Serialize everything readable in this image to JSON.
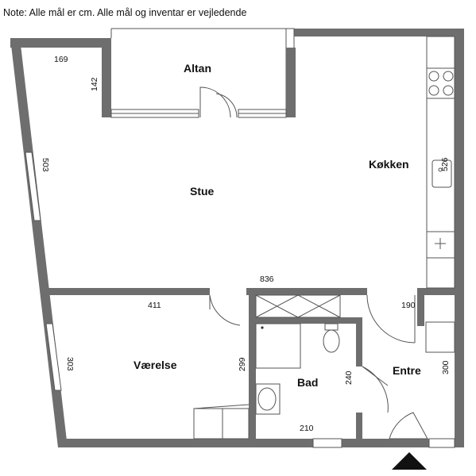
{
  "note": "Note: Alle mål er cm. Alle mål og inventar er vejledende",
  "rooms": {
    "altan": "Altan",
    "stue": "Stue",
    "kokken": "Køkken",
    "vaerelse": "Værelse",
    "bad": "Bad",
    "entre": "Entre"
  },
  "dimensions": {
    "d169": "169",
    "d142": "142",
    "d503": "503",
    "d526": "526",
    "d836": "836",
    "d411": "411",
    "d190": "190",
    "d303": "303",
    "d299": "299",
    "d240": "240",
    "d300": "300",
    "d210": "210"
  }
}
